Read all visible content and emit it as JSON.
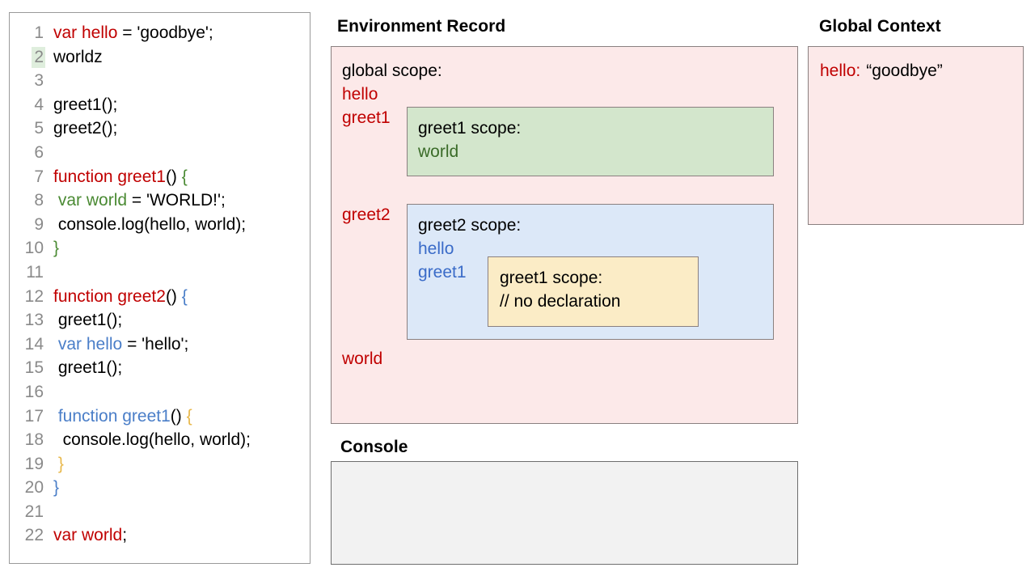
{
  "code_panel": {
    "name": "javascript-source",
    "highlighted_line": 2,
    "lines": [
      {
        "num": "1",
        "tokens": [
          {
            "t": "var hello",
            "c": "red"
          },
          {
            "t": " = 'goodbye';",
            "c": "black"
          }
        ]
      },
      {
        "num": "2",
        "tokens": [
          {
            "t": "worldz",
            "c": "black"
          }
        ]
      },
      {
        "num": "3",
        "tokens": [
          {
            "t": "",
            "c": "black"
          }
        ]
      },
      {
        "num": "4",
        "tokens": [
          {
            "t": "greet1();",
            "c": "black"
          }
        ]
      },
      {
        "num": "5",
        "tokens": [
          {
            "t": "greet2();",
            "c": "black"
          }
        ]
      },
      {
        "num": "6",
        "tokens": [
          {
            "t": "",
            "c": "black"
          }
        ]
      },
      {
        "num": "7",
        "tokens": [
          {
            "t": "function greet1",
            "c": "red"
          },
          {
            "t": "() ",
            "c": "black"
          },
          {
            "t": "{",
            "c": "green"
          }
        ]
      },
      {
        "num": "8",
        "tokens": [
          {
            "t": " ",
            "c": "black"
          },
          {
            "t": "var world",
            "c": "green"
          },
          {
            "t": " = 'WORLD!';",
            "c": "black"
          }
        ]
      },
      {
        "num": "9",
        "tokens": [
          {
            "t": " console.log(hello, world);",
            "c": "black"
          }
        ]
      },
      {
        "num": "10",
        "tokens": [
          {
            "t": "}",
            "c": "green"
          }
        ]
      },
      {
        "num": "11",
        "tokens": [
          {
            "t": "",
            "c": "black"
          }
        ]
      },
      {
        "num": "12",
        "tokens": [
          {
            "t": "function greet2",
            "c": "red"
          },
          {
            "t": "() ",
            "c": "black"
          },
          {
            "t": "{",
            "c": "blue"
          }
        ]
      },
      {
        "num": "13",
        "tokens": [
          {
            "t": " greet1();",
            "c": "black"
          }
        ]
      },
      {
        "num": "14",
        "tokens": [
          {
            "t": " ",
            "c": "black"
          },
          {
            "t": "var hello",
            "c": "blue"
          },
          {
            "t": " = 'hello';",
            "c": "black"
          }
        ]
      },
      {
        "num": "15",
        "tokens": [
          {
            "t": " greet1();",
            "c": "black"
          }
        ]
      },
      {
        "num": "16",
        "tokens": [
          {
            "t": "",
            "c": "black"
          }
        ]
      },
      {
        "num": "17",
        "tokens": [
          {
            "t": " ",
            "c": "black"
          },
          {
            "t": "function greet1",
            "c": "blue"
          },
          {
            "t": "() ",
            "c": "black"
          },
          {
            "t": "{",
            "c": "gold"
          }
        ]
      },
      {
        "num": "18",
        "tokens": [
          {
            "t": "  console.log(hello, world);",
            "c": "black"
          }
        ]
      },
      {
        "num": "19",
        "tokens": [
          {
            "t": " ",
            "c": "black"
          },
          {
            "t": "}",
            "c": "gold"
          }
        ]
      },
      {
        "num": "20",
        "tokens": [
          {
            "t": "}",
            "c": "blue"
          }
        ]
      },
      {
        "num": "21",
        "tokens": [
          {
            "t": "",
            "c": "black"
          }
        ]
      },
      {
        "num": "22",
        "tokens": [
          {
            "t": "var world",
            "c": "red"
          },
          {
            "t": ";",
            "c": "black"
          }
        ]
      }
    ]
  },
  "environment_record": {
    "heading": "Environment Record",
    "global_scope": {
      "title": "global scope:",
      "bindings": [
        "hello",
        "greet1",
        "greet2",
        "world"
      ]
    },
    "greet1_scope": {
      "title": "greet1 scope:",
      "bindings": [
        "world"
      ]
    },
    "greet2_scope": {
      "title": "greet2 scope:",
      "bindings": [
        "hello",
        "greet1"
      ]
    },
    "greet1_nested_scope": {
      "title": "greet1 scope:",
      "note": "// no declaration"
    }
  },
  "console": {
    "heading": "Console",
    "output": ""
  },
  "global_context": {
    "heading": "Global Context",
    "entries": [
      {
        "key": "hello:",
        "value": "“goodbye”"
      }
    ]
  },
  "colors": {
    "pink_scope": "#fce9e9",
    "green_scope": "#d3e6cc",
    "blue_scope": "#dce8f8",
    "yellow_scope": "#fbecc6",
    "console_bg": "#f2f2f2",
    "token_red": "#c00000",
    "token_green": "#4a8a33",
    "token_blue": "#4a7ec8",
    "token_gold": "#e8b84b",
    "gutter_gray": "#8a8a8a",
    "highlight_green": "#dfeedd"
  }
}
